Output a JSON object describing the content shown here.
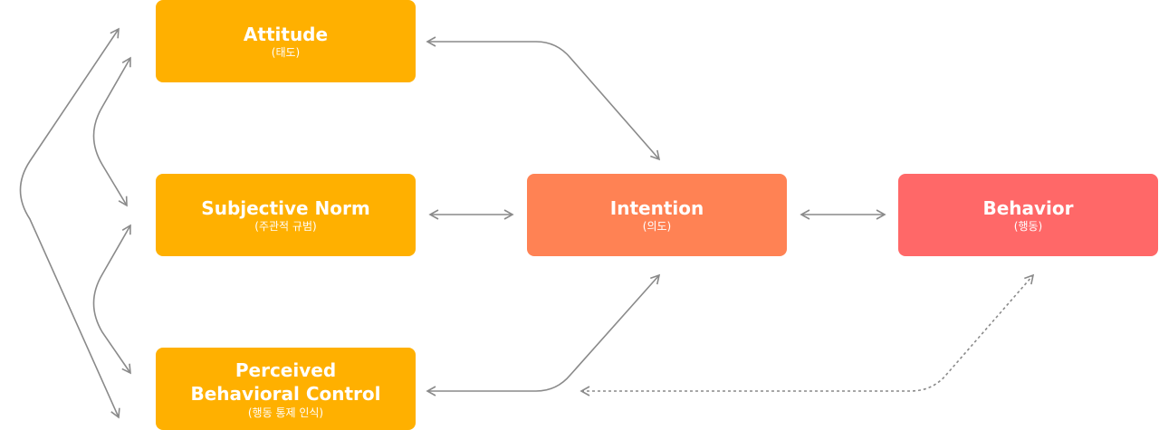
{
  "diagram": {
    "nodes": {
      "attitude": {
        "title": "Attitude",
        "subtitle": "(태도)",
        "color": "#FFB000"
      },
      "subjective_norm": {
        "title": "Subjective Norm",
        "subtitle": "(주관적 규범)",
        "color": "#FFB000"
      },
      "perceived_control": {
        "title_line1": "Perceived",
        "title_line2": "Behavioral Control",
        "subtitle": "(행동 통제 인식)",
        "color": "#FFB000"
      },
      "intention": {
        "title": "Intention",
        "subtitle": "(의도)",
        "color": "#FF8254"
      },
      "behavior": {
        "title": "Behavior",
        "subtitle": "(행동)",
        "color": "#FF6868"
      }
    },
    "arrow_color": "#8A8A8A"
  }
}
